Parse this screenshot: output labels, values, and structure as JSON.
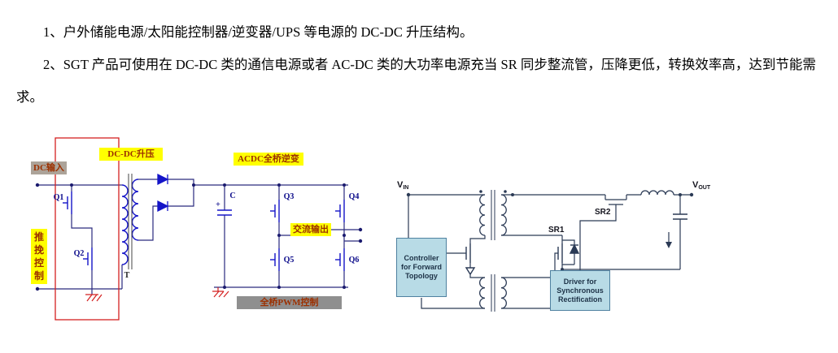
{
  "paragraphs": {
    "p1": "1、户外储能电源/太阳能控制器/逆变器/UPS 等电源的 DC-DC 升压结构。",
    "p2": "2、SGT 产品可使用在 DC-DC 类的通信电源或者 AC-DC 类的大功率电源充当 SR 同步整流管，压降更低，转换效率高，达到节能需求。"
  },
  "left_diagram": {
    "dc_input": "DC输入",
    "dcdc_boost": "DC-DC升压",
    "acdc_bridge": "ACDC全桥逆变",
    "push_pull_control": "推挽控制",
    "ac_output": "交流输出",
    "pwm_control": "全桥PWM控制",
    "q1": "Q1",
    "q2": "Q2",
    "q3": "Q3",
    "q4": "Q4",
    "q5": "Q5",
    "q6": "Q6",
    "transformer": "T",
    "capacitor": "C",
    "cap_plus": "+"
  },
  "right_diagram": {
    "vin_main": "V",
    "vin_sub": "IN",
    "vout_main": "V",
    "vout_sub": "OUT",
    "sr1": "SR1",
    "sr2": "SR2",
    "controller_box": "Controller for Forward Topology",
    "driver_box": "Driver for Synchronous Rectification"
  },
  "colors": {
    "highlight_yellow": "#ffff00",
    "label_text_red": "#9c3000",
    "gray_label_bg": "#8f8f8f",
    "circuit_blue": "#1414c8",
    "wire_dark": "#2a2a7e",
    "red_outline": "#d42020",
    "box_fill_blue": "#b8dbe6",
    "box_border": "#4f81a0"
  }
}
